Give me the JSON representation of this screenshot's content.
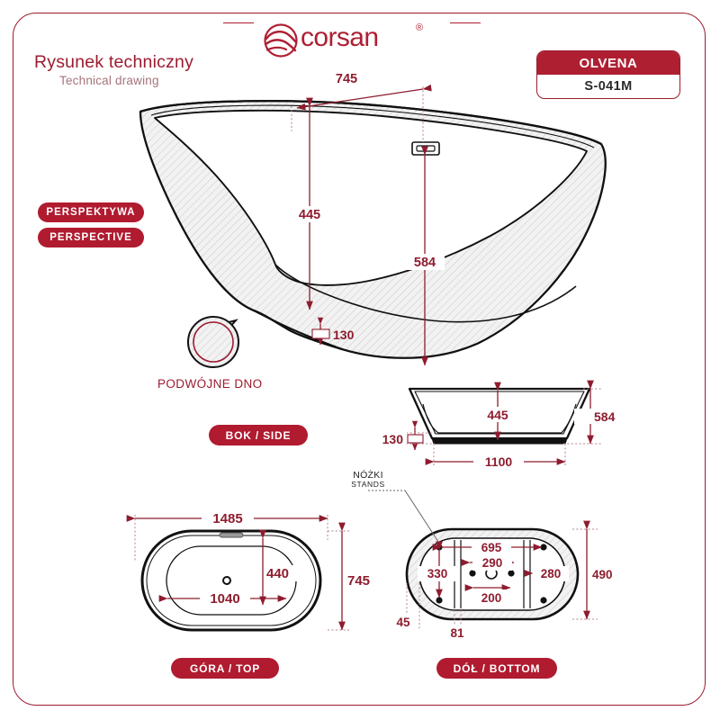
{
  "page": {
    "brand": "corsan",
    "brand_registered": "®",
    "title_pl": "Rysunek techniczny",
    "title_en": "Technical drawing",
    "accent_color": "#AE1F32",
    "dim_color": "#8E1C2E",
    "border_color": "#9C1B2F"
  },
  "product": {
    "name": "OLVENA",
    "code": "S-041M"
  },
  "badges": {
    "perspective_pl": "PERSPEKTYWA",
    "perspective_en": "PERSPECTIVE",
    "side": "BOK / SIDE",
    "top": "GÓRA / TOP",
    "bottom": "DÓŁ / BOTTOM"
  },
  "callouts": {
    "double_bottom": "PODWÓJNE DNO",
    "stands_pl": "NÓŻKI",
    "stands_en": "STANDS"
  },
  "dimensions": {
    "perspective": {
      "top_length": "745",
      "inner_depth": "445",
      "total_height": "584",
      "bottom_thickness": "130"
    },
    "side": {
      "inner_depth": "445",
      "total_height": "584",
      "bottom_thickness": "130",
      "base_width": "1100"
    },
    "top": {
      "length": "1485",
      "width": "745",
      "inner_width": "440",
      "inner_length": "1040"
    },
    "bottom": {
      "stand_span": "695",
      "drain_span": "290",
      "stand_vertical": "330",
      "right_offset": "280",
      "drain_width": "200",
      "width": "490",
      "edge_offset": "45",
      "rib_offset": "81"
    }
  }
}
